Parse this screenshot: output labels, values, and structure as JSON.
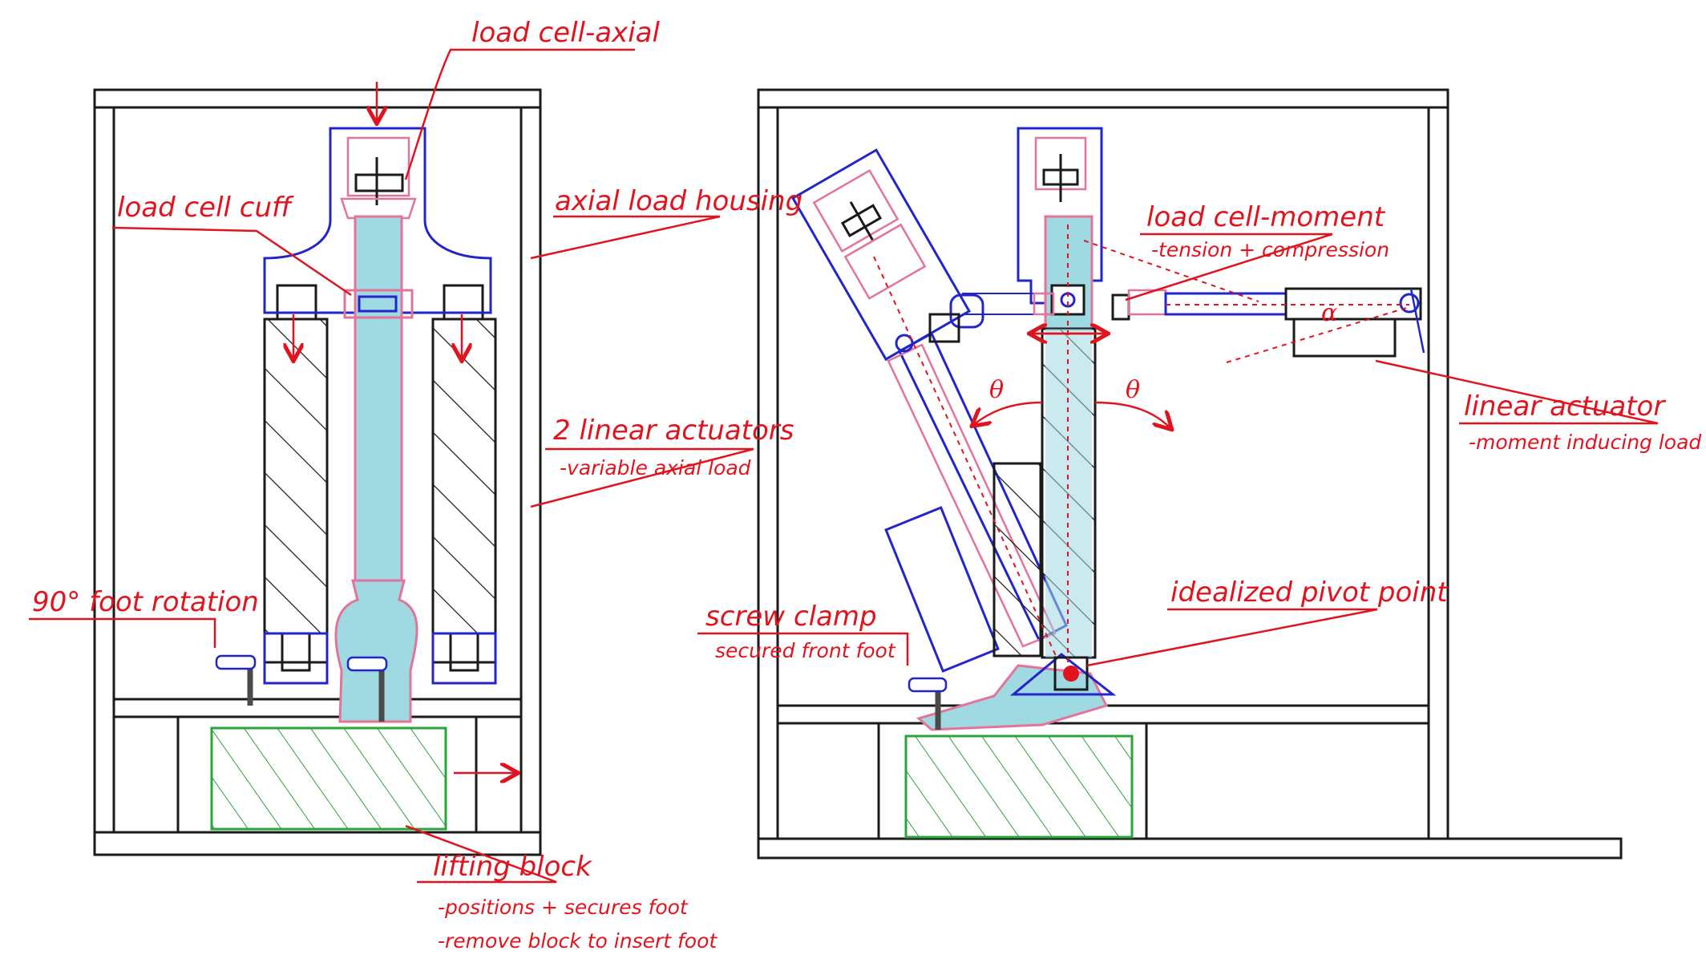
{
  "labels": {
    "load_cell_axial": "load cell-axial",
    "load_cell_cuff": "load cell cuff",
    "axial_load_housing": "axial load housing",
    "two_linear_actuators": "2 linear actuators",
    "variable_axial_load": "-variable axial load",
    "foot_rotation": "90° foot rotation",
    "lifting_block": "lifting block",
    "positions_secures_foot": "-positions + secures foot",
    "remove_block": "-remove block to insert foot",
    "load_cell_moment": "load cell-moment",
    "tension_compression": "-tension + compression",
    "linear_actuator": "linear actuator",
    "moment_inducing_load": "-moment inducing load",
    "idealized_pivot_point": "idealized pivot point",
    "screw_clamp": "screw clamp",
    "secured_front_foot": "secured front foot",
    "theta_left": "θ",
    "theta_right": "θ",
    "alpha": "α"
  },
  "colors": {
    "annotation": "#e0141e",
    "housing": "#2224cc",
    "bone_fill": "#9fd9e2",
    "bone_outline": "#e4739a",
    "frame": "#1a1a1a",
    "lifting_block": "#2aa53d"
  }
}
